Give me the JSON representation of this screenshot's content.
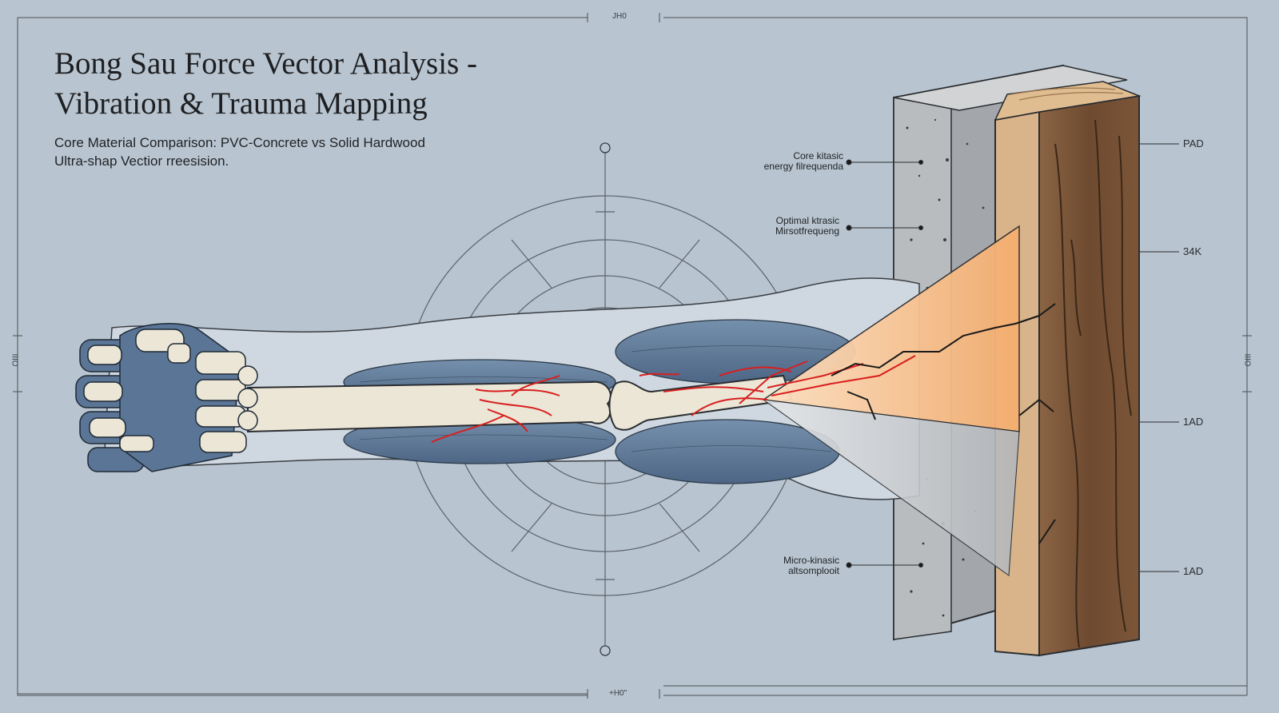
{
  "title": {
    "line1": "Bong Sau Force Vector Analysis -",
    "line2": "Vibration & Trauma Mapping"
  },
  "subtitle": {
    "line1": "Core Material Comparison: PVC-Concrete vs Solid Hardwood",
    "line2": "Ultra-shap Vectior rreesision."
  },
  "callouts": [
    {
      "line1": "Core kitasic",
      "line2": "energy filrequenda"
    },
    {
      "line1": "Optimal ktrasic",
      "line2": "Mirsotfrequeng"
    },
    {
      "line1": "Micro-kinasic",
      "line2": "altsomplooit"
    }
  ],
  "scale_labels": [
    "PAD",
    "34K",
    "1AD",
    "1AD"
  ],
  "frame_labels": {
    "top": "JH0",
    "bottom": "+H0\"",
    "left": "IIIO",
    "right": "IIIO"
  },
  "colors": {
    "background": "#b8c4cf",
    "bone": "#ece6d6",
    "muscle": "#5e7a98",
    "trauma": "#d81f1f",
    "concrete": "#9ea2a6",
    "wood": "#7a5538",
    "force_cone": "#f5ad6e"
  }
}
